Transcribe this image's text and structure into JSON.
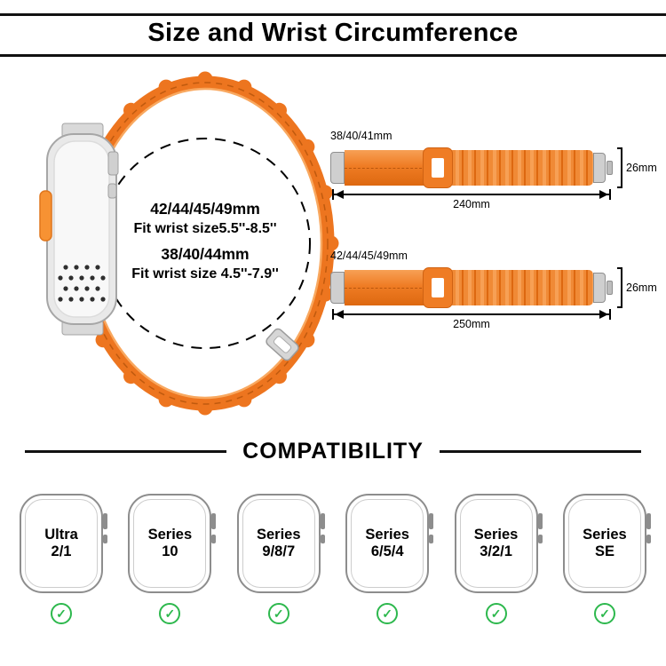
{
  "header": {
    "title": "Size and Wrist Circumference"
  },
  "size_info": {
    "line1": "42/44/45/49mm",
    "line2": "Fit wrist size5.5''-8.5''",
    "line3": "38/40/44mm",
    "line4": "Fit wrist size 4.5''-7.9''"
  },
  "bands": [
    {
      "label": "38/40/41mm",
      "width_label": "26mm",
      "length_label": "240mm"
    },
    {
      "label": "42/44/45/49mm",
      "width_label": "26mm",
      "length_label": "250mm"
    }
  ],
  "compatibility": {
    "title": "COMPATIBILITY",
    "check_icon": "✓",
    "models": [
      {
        "line1": "Ultra",
        "line2": "2/1"
      },
      {
        "line1": "Series",
        "line2": "10"
      },
      {
        "line1": "Series",
        "line2": "9/8/7"
      },
      {
        "line1": "Series",
        "line2": "6/5/4"
      },
      {
        "line1": "Series",
        "line2": "3/2/1"
      },
      {
        "line1": "Series",
        "line2": "SE"
      }
    ]
  },
  "colors": {
    "band_orange": "#ee7620",
    "check_green": "#2db84d",
    "rule_black": "#111111"
  }
}
